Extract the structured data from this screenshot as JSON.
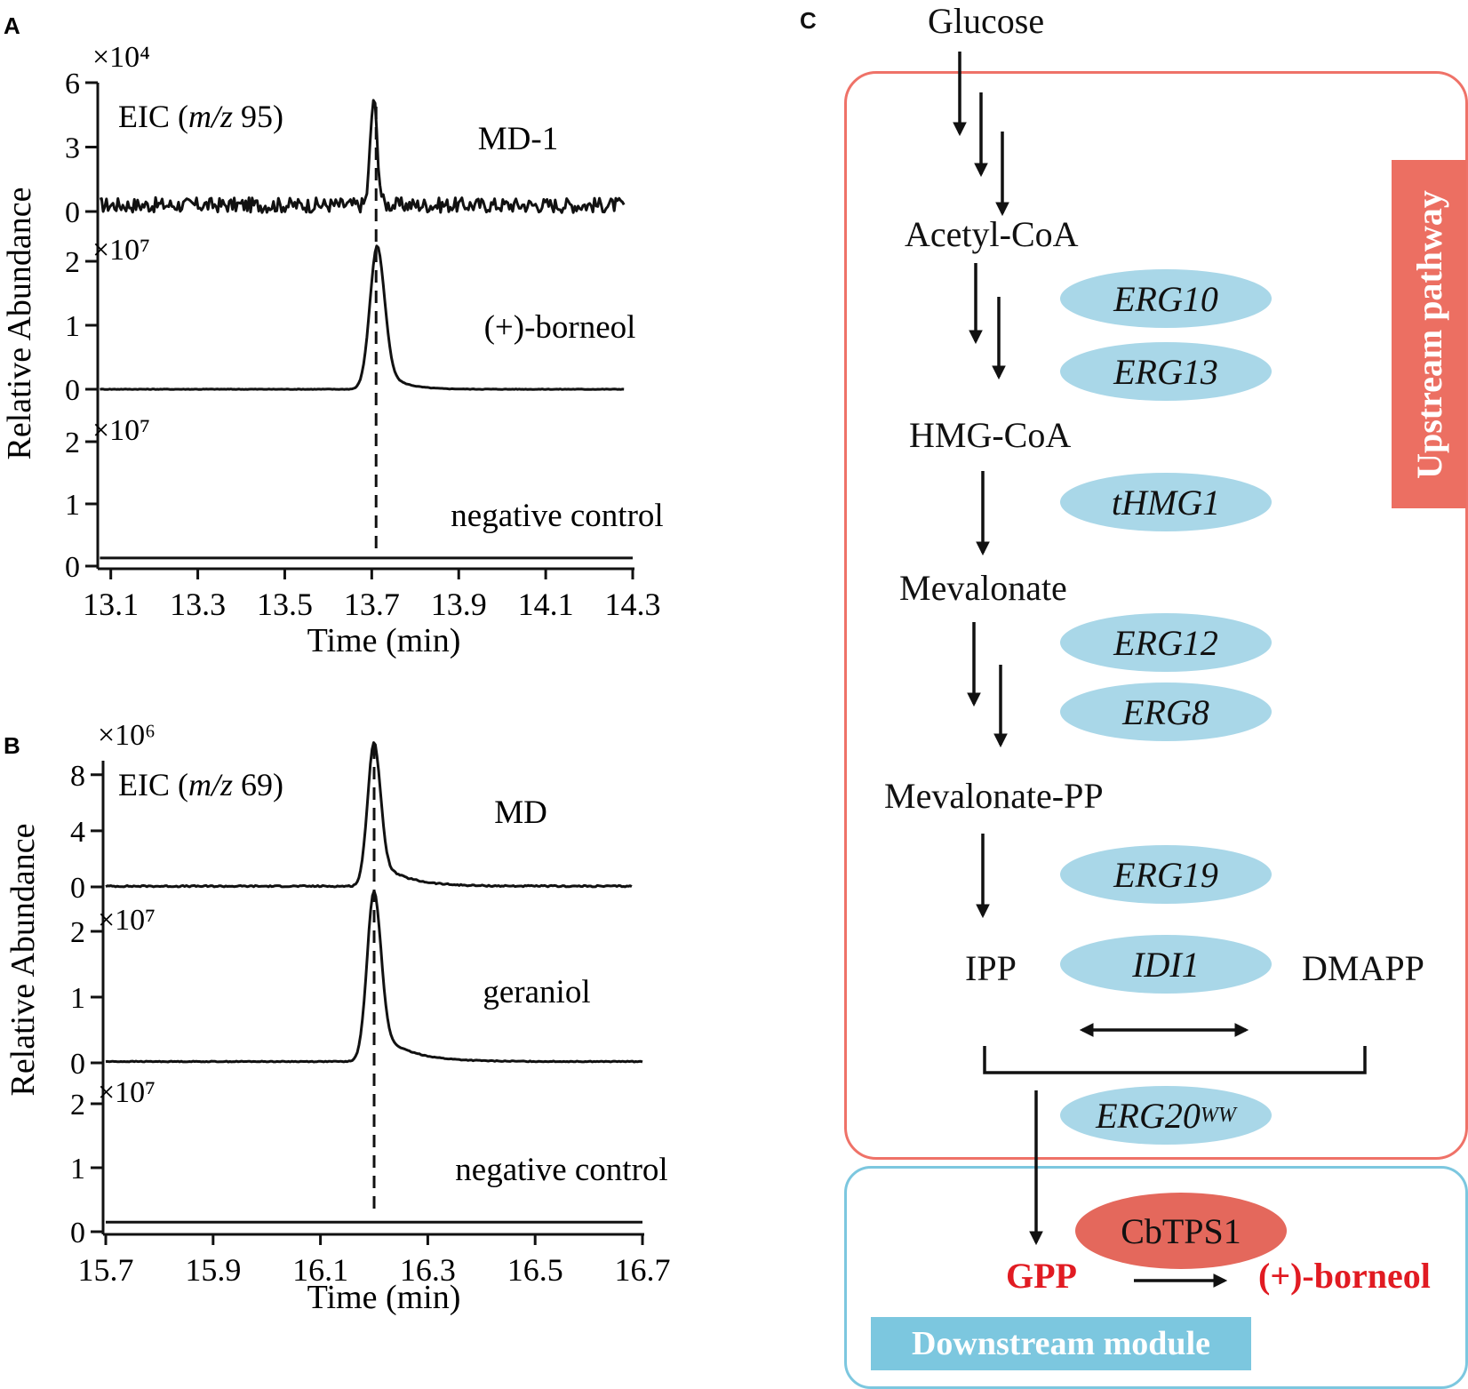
{
  "chart_data": [
    {
      "panel": "A",
      "type": "line",
      "channel_label": "EIC (m/z 95)",
      "ylabel": "Relative Abundance",
      "xlabel": "Time (min)",
      "x_ticks": [
        "13.1",
        "13.3",
        "13.5",
        "13.7",
        "13.9",
        "14.1",
        "14.3"
      ],
      "xlim": [
        13.07,
        14.3
      ],
      "retention_marker_x": 13.71,
      "series": [
        {
          "name": "MD-1",
          "scale_label": "×10⁴",
          "y_ticks": [
            "0",
            "3",
            "6"
          ],
          "ylim": [
            0,
            6
          ],
          "baseline": 0.3,
          "noise": 0.35,
          "peak_center": 13.705,
          "peak_height": 5.0,
          "peak_width": 0.008,
          "x_end": 14.28
        },
        {
          "name": "(+)-borneol",
          "scale_label": "×10⁷",
          "y_ticks": [
            "0",
            "1",
            "2"
          ],
          "ylim": [
            0,
            2
          ],
          "baseline": 0.0,
          "noise": 0.004,
          "peak_center": 13.713,
          "peak_height": 2.25,
          "peak_width": 0.017,
          "tail": 0.04,
          "x_end": 14.28
        },
        {
          "name": "negative control",
          "scale_label": "×10⁷",
          "y_ticks": [
            "0",
            "1",
            "2"
          ],
          "ylim": [
            0,
            2
          ],
          "baseline": 0.13,
          "noise": 0.0,
          "peak_center": 13.713,
          "peak_height": 0.0,
          "peak_width": 0.02,
          "x_end": 14.3
        }
      ]
    },
    {
      "panel": "B",
      "type": "line",
      "channel_label": "EIC (m/z 69)",
      "ylabel": "Relative Abundance",
      "xlabel": "Time (min)",
      "x_ticks": [
        "15.7",
        "15.9",
        "16.1",
        "16.3",
        "16.5",
        "16.7"
      ],
      "xlim": [
        15.695,
        16.7
      ],
      "retention_marker_x": 16.2,
      "series": [
        {
          "name": "MD",
          "scale_label": "×10⁶",
          "y_ticks": [
            "0",
            "4",
            "8"
          ],
          "ylim": [
            0,
            9
          ],
          "baseline": 0.05,
          "noise": 0.05,
          "peak_center": 16.2,
          "peak_height": 10.3,
          "peak_width": 0.012,
          "tail": 0.05,
          "x_end": 16.68
        },
        {
          "name": "geraniol",
          "scale_label": "×10⁷",
          "y_ticks": [
            "0",
            "1",
            "2"
          ],
          "ylim": [
            0,
            2
          ],
          "baseline": 0.02,
          "noise": 0.006,
          "peak_center": 16.2,
          "peak_height": 2.6,
          "peak_width": 0.013,
          "tail": 0.055,
          "x_end": 16.7
        },
        {
          "name": "negative control",
          "scale_label": "×10⁷",
          "y_ticks": [
            "0",
            "1",
            "2"
          ],
          "ylim": [
            0,
            2
          ],
          "baseline": 0.15,
          "noise": 0.0,
          "peak_center": 16.2,
          "peak_height": 0.0,
          "peak_width": 0.02,
          "x_end": 16.7
        }
      ]
    }
  ],
  "pathway": {
    "panel": "C",
    "upstream_label": "Upstream pathway",
    "downstream_label": "Downstream module",
    "metabolites": {
      "glucose": "Glucose",
      "acetyl_coa": "Acetyl-CoA",
      "hmg_coa": "HMG-CoA",
      "mevalonate": "Mevalonate",
      "mevalonate_pp": "Mevalonate-PP",
      "ipp": "IPP",
      "dmapp": "DMAPP",
      "gpp": "GPP",
      "borneol": "(+)-borneol"
    },
    "enzymes": {
      "erg10": "ERG10",
      "erg13": "ERG13",
      "thmg1": "tHMG1",
      "erg12": "ERG12",
      "erg8": "ERG8",
      "erg19": "ERG19",
      "idi1": "IDI1",
      "erg20": "ERG20",
      "erg20_sup": "WW",
      "cbtps1": "CbTPS1"
    },
    "colors": {
      "upstream": "#ec6f62",
      "downstream": "#7cc7df",
      "enzyme_fill": "#a9d7e8",
      "product_text": "#e11b22"
    }
  },
  "panel_letters": {
    "a": "A",
    "b": "B",
    "c": "C"
  }
}
